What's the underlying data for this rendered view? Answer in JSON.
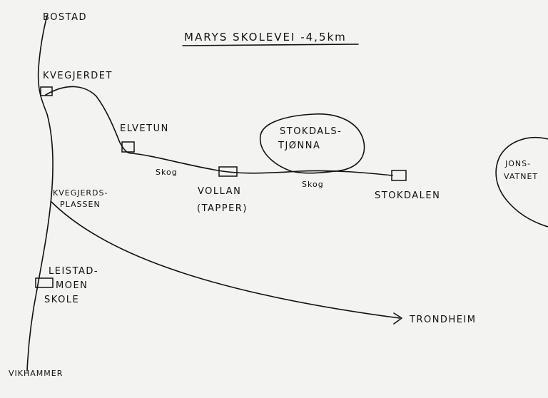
{
  "title": "MARYS SKOLEVEI -4,5km",
  "places": {
    "bostad": "BOSTAD",
    "kvegjerdet": "KVEGJERDET",
    "elvetun": "ELVETUN",
    "stokdals_tjonna": [
      "STOKDALS-",
      "TJØNNA"
    ],
    "jonsvatnet": [
      "JONS-",
      "VATNET"
    ],
    "kvegjerdsplassen": [
      "KVEGJERDS-",
      "PLASSEN"
    ],
    "vollan": [
      "VOLLAN",
      "(TAPPER)"
    ],
    "stokdalen": "STOKDALEN",
    "leistadmoen_skole": [
      "LEISTAD-",
      "MOEN",
      "SKOLE"
    ],
    "trondheim": "TRONDHEIM",
    "vikhammer": "VIKHAMMER"
  },
  "terrain": {
    "skog_1": "Skog",
    "skog_2": "Skog"
  }
}
